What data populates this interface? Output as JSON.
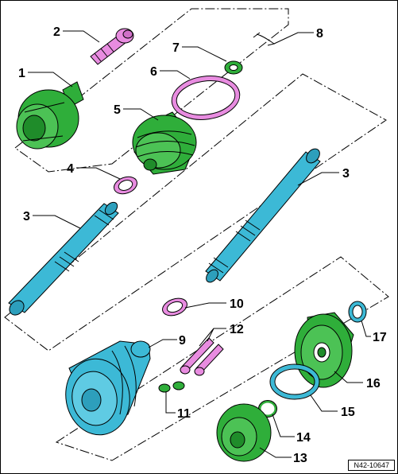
{
  "figure_ref": "N42-10647",
  "colors": {
    "shaft": "#3cb9d6",
    "joint": "#2fae3a",
    "boot_outer": "#3cb9d6",
    "clamp": "#e88ce0",
    "outline": "#000000"
  },
  "callouts": [
    {
      "id": "c1",
      "number": "1",
      "part": "outer-cv-joint"
    },
    {
      "id": "c2",
      "number": "2",
      "part": "splined-stub"
    },
    {
      "id": "c3a",
      "number": "3",
      "part": "drive-shaft-left"
    },
    {
      "id": "c3b",
      "number": "3",
      "part": "drive-shaft-right"
    },
    {
      "id": "c4",
      "number": "4",
      "part": "small-clamp-outer"
    },
    {
      "id": "c5",
      "number": "5",
      "part": "outer-boot"
    },
    {
      "id": "c6",
      "number": "6",
      "part": "large-clamp"
    },
    {
      "id": "c7",
      "number": "7",
      "part": "thrust-washer"
    },
    {
      "id": "c8",
      "number": "8",
      "part": "circlip"
    },
    {
      "id": "c9",
      "number": "9",
      "part": "inner-boot"
    },
    {
      "id": "c10",
      "number": "10",
      "part": "small-clamp-inner"
    },
    {
      "id": "c11",
      "number": "11",
      "part": "lock-plates"
    },
    {
      "id": "c12",
      "number": "12",
      "part": "bolts"
    },
    {
      "id": "c13",
      "number": "13",
      "part": "cap"
    },
    {
      "id": "c14",
      "number": "14",
      "part": "circlip-inner"
    },
    {
      "id": "c15",
      "number": "15",
      "part": "gasket"
    },
    {
      "id": "c16",
      "number": "16",
      "part": "inner-cv-joint"
    },
    {
      "id": "c17",
      "number": "17",
      "part": "dished-washer"
    }
  ]
}
